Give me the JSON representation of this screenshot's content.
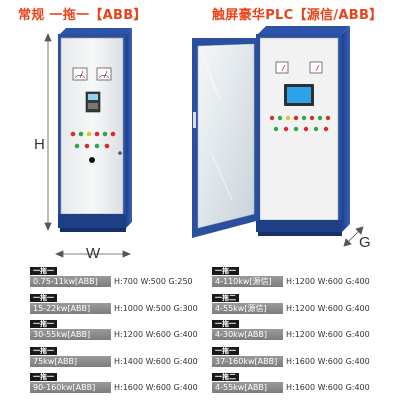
{
  "headings": {
    "left": "常规 一拖一【ABB】",
    "right": "触屏豪华PLC【源信/ABB】"
  },
  "dimensions": {
    "height": "H",
    "width": "W",
    "depth": "G"
  },
  "left_specs": [
    {
      "tag": "一拖一",
      "power": "0.75-11kw[ABB]",
      "size": "H:700 W:500 G:250"
    },
    {
      "tag": "一拖一",
      "power": "15-22kw[ABB]",
      "size": "H:1000 W:500 G:300"
    },
    {
      "tag": "一拖一",
      "power": "30-55kw[ABB]",
      "size": "H:1200 W:600 G:400"
    },
    {
      "tag": "一拖一",
      "power": "75kw[ABB]",
      "size": "H:1400 W:600 G:400"
    },
    {
      "tag": "一拖一",
      "power": "90-160kw[ABB]",
      "size": "H:1600 W:600 G:400"
    }
  ],
  "right_specs": [
    {
      "tag": "一拖一",
      "power": "4-110kw[源信]",
      "size": "H:1200 W:600 G:400"
    },
    {
      "tag": "一拖二",
      "power": "4-55kw[源信]",
      "size": "H:1200 W:600 G:400"
    },
    {
      "tag": "一拖一",
      "power": "4-30kw[ABB]",
      "size": "H:1200 W:600 G:400"
    },
    {
      "tag": "一拖一",
      "power": "37-160kw[ABB]",
      "size": "H:1600 W:600 G:400"
    },
    {
      "tag": "一拖二",
      "power": "4-55kw[ABB]",
      "size": "H:1600 W:600 G:400"
    }
  ]
}
